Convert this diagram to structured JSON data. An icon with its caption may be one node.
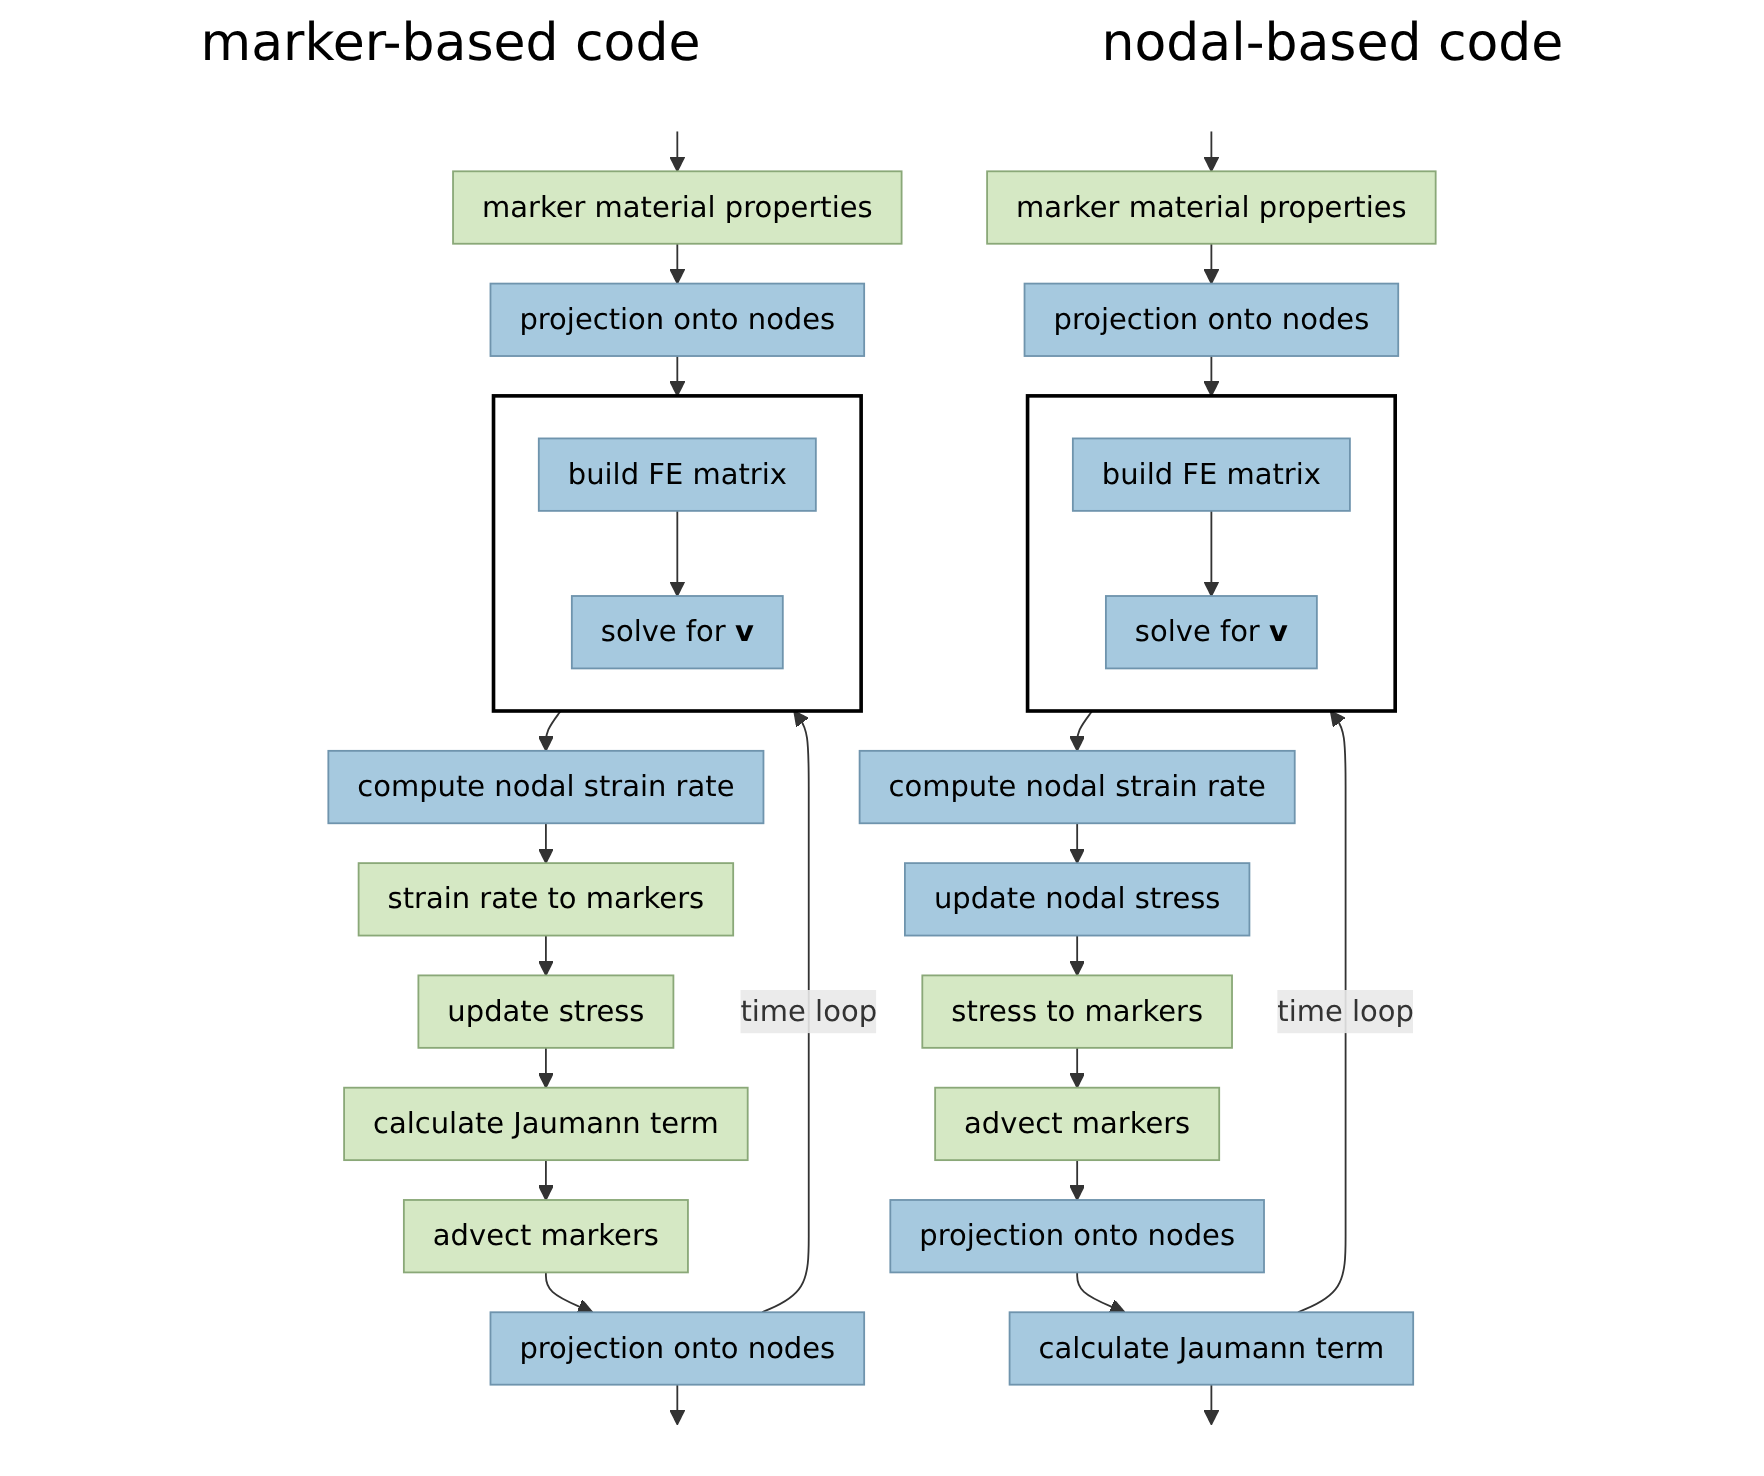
{
  "diagram": {
    "nodes": [
      {
        "text": [
          "marker material properties"
        ]
      },
      {
        "text": [
          "projection onto nodes"
        ]
      },
      {
        "text": [],
        "shape": "box"
      },
      {
        "text": [
          "build FE matrix"
        ],
        "in": 2
      },
      {
        "text": [
          "solve for **v**"
        ],
        "in": 2
      },
      {
        "text": [
          "compute nodal strain rate"
        ]
      },
      {
        "text": [
          "strain rate to markers"
        ]
      },
      {
        "text": [
          "update stress"
        ]
      },
      {
        "text": [
          "calculate Jaumann term"
        ]
      },
      {
        "text": [
          "advect markers"
        ]
      },
      {
        "text": [
          "projection onto nodes"
        ]
      },
      {
        "text": [
          "marker material properties"
        ]
      },
      {
        "text": [
          "projection onto nodes"
        ]
      },
      {
        "text": [],
        "shape": "box"
      },
      {
        "text": [
          "build FE matrix"
        ],
        "in": 13
      },
      {
        "text": [
          "solve for **v**"
        ],
        "in": 13
      },
      {
        "text": [
          "compute nodal strain rate"
        ]
      },
      {
        "text": [
          "update nodal stress"
        ]
      },
      {
        "text": [
          "stress to markers"
        ]
      },
      {
        "text": [
          "advect markers"
        ]
      },
      {
        "text": [
          "projection onto nodes"
        ]
      },
      {
        "text": [
          "calculate Jaumann term"
        ]
      }
    ],
    "edges": [
      {
        "from": null,
        "to": 0,
        "arrow": "to"
      },
      {
        "from": 0,
        "to": 1,
        "arrow": "to"
      },
      {
        "from": 1,
        "to": 2,
        "arrow": "to"
      },
      {
        "from": 3,
        "to": 4,
        "arrow": "to"
      },
      {
        "from": 2,
        "to": 5,
        "arrow": "to"
      },
      {
        "from": 5,
        "to": 6,
        "arrow": "to"
      },
      {
        "from": 6,
        "to": 7,
        "arrow": "to"
      },
      {
        "from": 7,
        "to": 8,
        "arrow": "to"
      },
      {
        "from": 8,
        "to": 9,
        "arrow": "to"
      },
      {
        "from": 9,
        "to": 10,
        "arrow": "to"
      },
      {
        "from": 10,
        "to": null,
        "arrow": "to"
      },
      {
        "from": 10,
        "to": 2,
        "arrow": "to",
        "label": "time loop"
      },
      {
        "from": null,
        "to": 11,
        "arrow": "to"
      },
      {
        "from": 11,
        "to": 12,
        "arrow": "to"
      },
      {
        "from": 12,
        "to": 13,
        "arrow": "to"
      },
      {
        "from": 14,
        "to": 15,
        "arrow": "to"
      },
      {
        "from": 13,
        "to": 16,
        "arrow": "to"
      },
      {
        "from": 16,
        "to": 17,
        "arrow": "to"
      },
      {
        "from": 17,
        "to": 18,
        "arrow": "to"
      },
      {
        "from": 18,
        "to": 19,
        "arrow": "to"
      },
      {
        "from": 19,
        "to": 20,
        "arrow": "to"
      },
      {
        "from": 20,
        "to": 21,
        "arrow": "to"
      },
      {
        "from": 21,
        "to": null,
        "arrow": "to"
      },
      {
        "from": 21,
        "to": 13,
        "arrow": "to",
        "label": "time loop"
      }
    ],
    "labels": [
      "marker-based code",
      "nodal-based code"
    ]
  }
}
